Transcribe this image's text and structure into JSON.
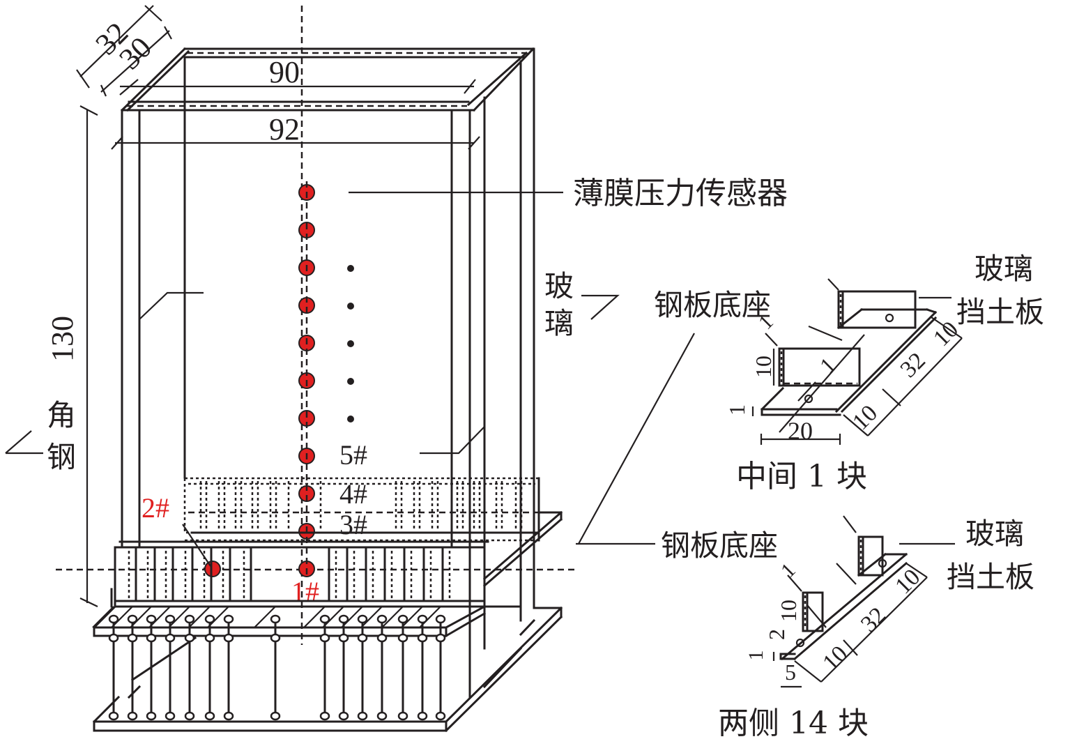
{
  "colors": {
    "line": "#231f20",
    "sensor": "#e02020",
    "sensor_label": "#e02020"
  },
  "dimensions": {
    "depth_outer": "32",
    "depth_inner": "30",
    "width_inner": "90",
    "width_outer": "92",
    "height": "130"
  },
  "labels": {
    "sensor": "薄膜压力传感器",
    "glass_top": "玻",
    "glass_bottom": "璃",
    "angle_steel_top": "角",
    "angle_steel_bottom": "钢"
  },
  "sensor_markers": {
    "s5": "5#",
    "s4": "4#",
    "s3": "3#",
    "s2": "2#",
    "s1": "1#"
  },
  "detail_middle": {
    "base_label": "钢板底座",
    "panel_label_top": "玻璃",
    "panel_label_bottom": "挡土板",
    "dims": {
      "thick_top": "1",
      "height": "10",
      "inner": "1",
      "base_thick": "1",
      "width": "20",
      "len_a": "10",
      "len_b": "32",
      "len_c": "10"
    },
    "caption": "中间 1 块"
  },
  "detail_sides": {
    "base_label": "钢板底座",
    "panel_label_top": "玻璃",
    "panel_label_bottom": "挡土板",
    "dims": {
      "thick_top": "1",
      "height": "10",
      "gap": "2",
      "base_thick": "1",
      "width": "5",
      "len_a": "10",
      "len_b": "32",
      "len_c": "10"
    },
    "caption": "两侧 14 块"
  }
}
